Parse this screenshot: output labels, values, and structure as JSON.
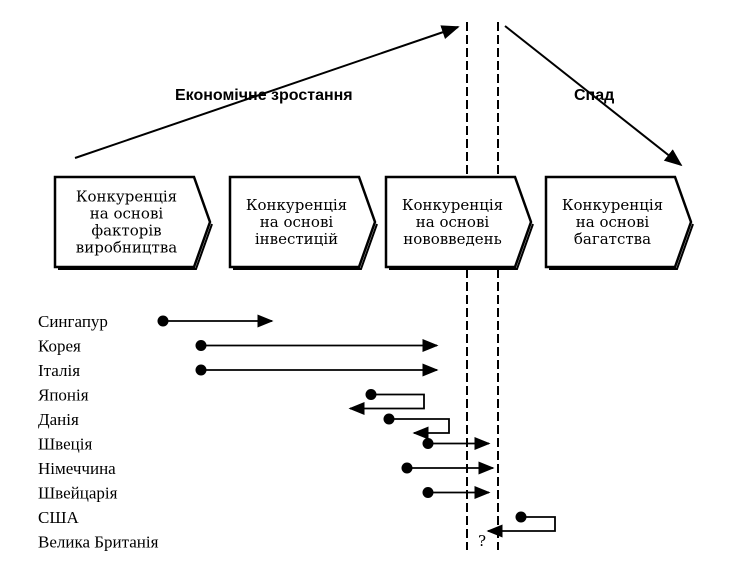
{
  "phases": {
    "growth": "Економічне зростання",
    "decline": "Спад"
  },
  "stages": [
    {
      "lines": [
        "Конкуренція",
        "на основі",
        "факторів",
        "виробництва"
      ]
    },
    {
      "lines": [
        "Конкуренція",
        "на основі",
        "інвестицій"
      ]
    },
    {
      "lines": [
        "Конкуренція",
        "на основі",
        "нововведень"
      ]
    },
    {
      "lines": [
        "Конкуренція",
        "на основі",
        "багатства"
      ]
    }
  ],
  "countries": [
    {
      "name": "Сингапур",
      "kind": "forward"
    },
    {
      "name": "Корея",
      "kind": "forward"
    },
    {
      "name": "Італія",
      "kind": "forward"
    },
    {
      "name": "Японія",
      "kind": "loop-back"
    },
    {
      "name": "Данія",
      "kind": "loop-back"
    },
    {
      "name": "Швеція",
      "kind": "forward"
    },
    {
      "name": "Німеччина",
      "kind": "forward"
    },
    {
      "name": "Швейцарія",
      "kind": "forward"
    },
    {
      "name": "США",
      "kind": "loop-back"
    },
    {
      "name": "Велика Британія",
      "kind": "unknown"
    }
  ],
  "unknown_marker": "?"
}
